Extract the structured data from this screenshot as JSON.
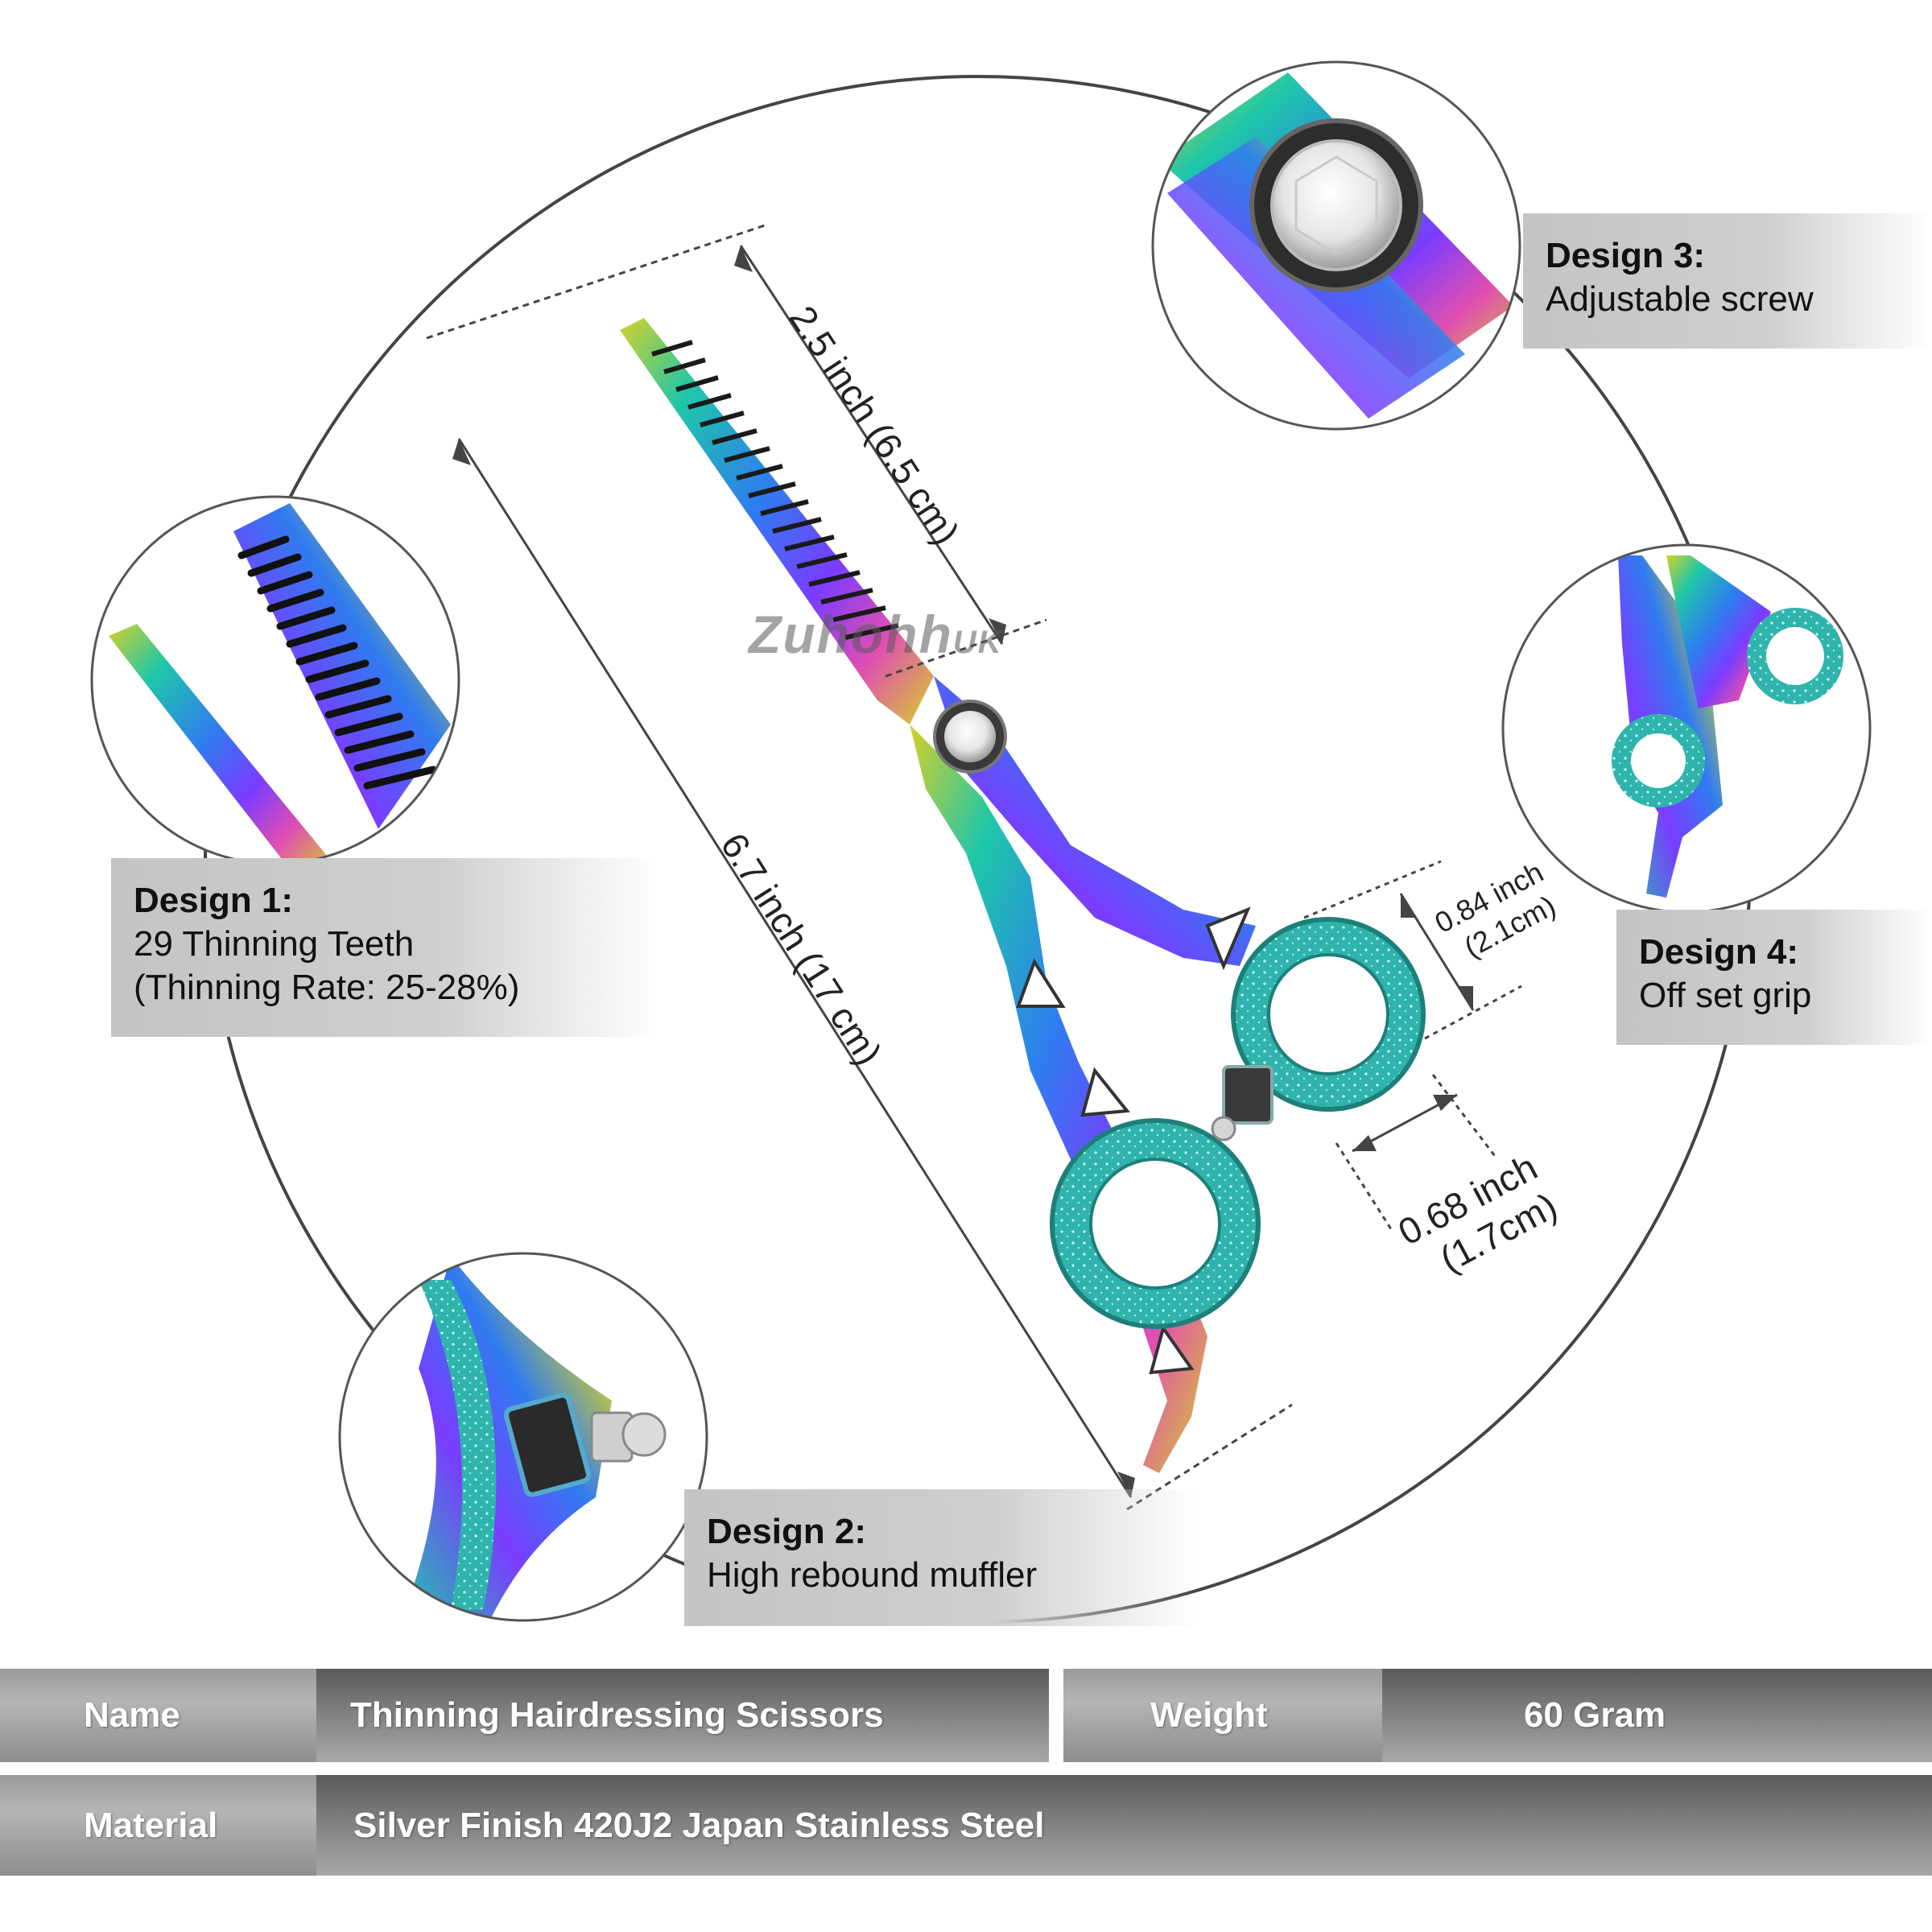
{
  "watermark": {
    "brand": "Zuhohh",
    "suffix": "UK"
  },
  "dimensions": {
    "blade_length": "2.5 inch (6.5 cm)",
    "total_length": "6.7 inch (17 cm)",
    "finger_ring": [
      "0.84 inch",
      "(2.1cm)"
    ],
    "thumb_ring": [
      "0.68 inch",
      "(1.7cm)"
    ]
  },
  "designs": [
    {
      "title": "Design 1:",
      "lines": [
        "29 Thinning Teeth",
        "(Thinning Rate: 25-28%)"
      ]
    },
    {
      "title": "Design 2:",
      "lines": [
        "High rebound muffler"
      ]
    },
    {
      "title": "Design 3:",
      "lines": [
        "Adjustable screw"
      ]
    },
    {
      "title": "Design 4:",
      "lines": [
        "Off set grip"
      ]
    }
  ],
  "specs": {
    "name_label": "Name",
    "name_value": "Thinning Hairdressing Scissors",
    "weight_label": "Weight",
    "weight_value": "60 Gram",
    "material_label": "Material",
    "material_value": "Silver Finish 420J2 Japan Stainless Steel"
  },
  "colors": {
    "ring_teal": "#2fb3ac",
    "iridescent": [
      "#7a3cff",
      "#2f7cf0",
      "#1fc7a8",
      "#d6d02a",
      "#e04fb0"
    ]
  },
  "icons": [
    "thinning-teeth-closeup",
    "muffler-closeup",
    "adjustable-screw-closeup",
    "offset-grip-closeup",
    "scissors-product"
  ]
}
